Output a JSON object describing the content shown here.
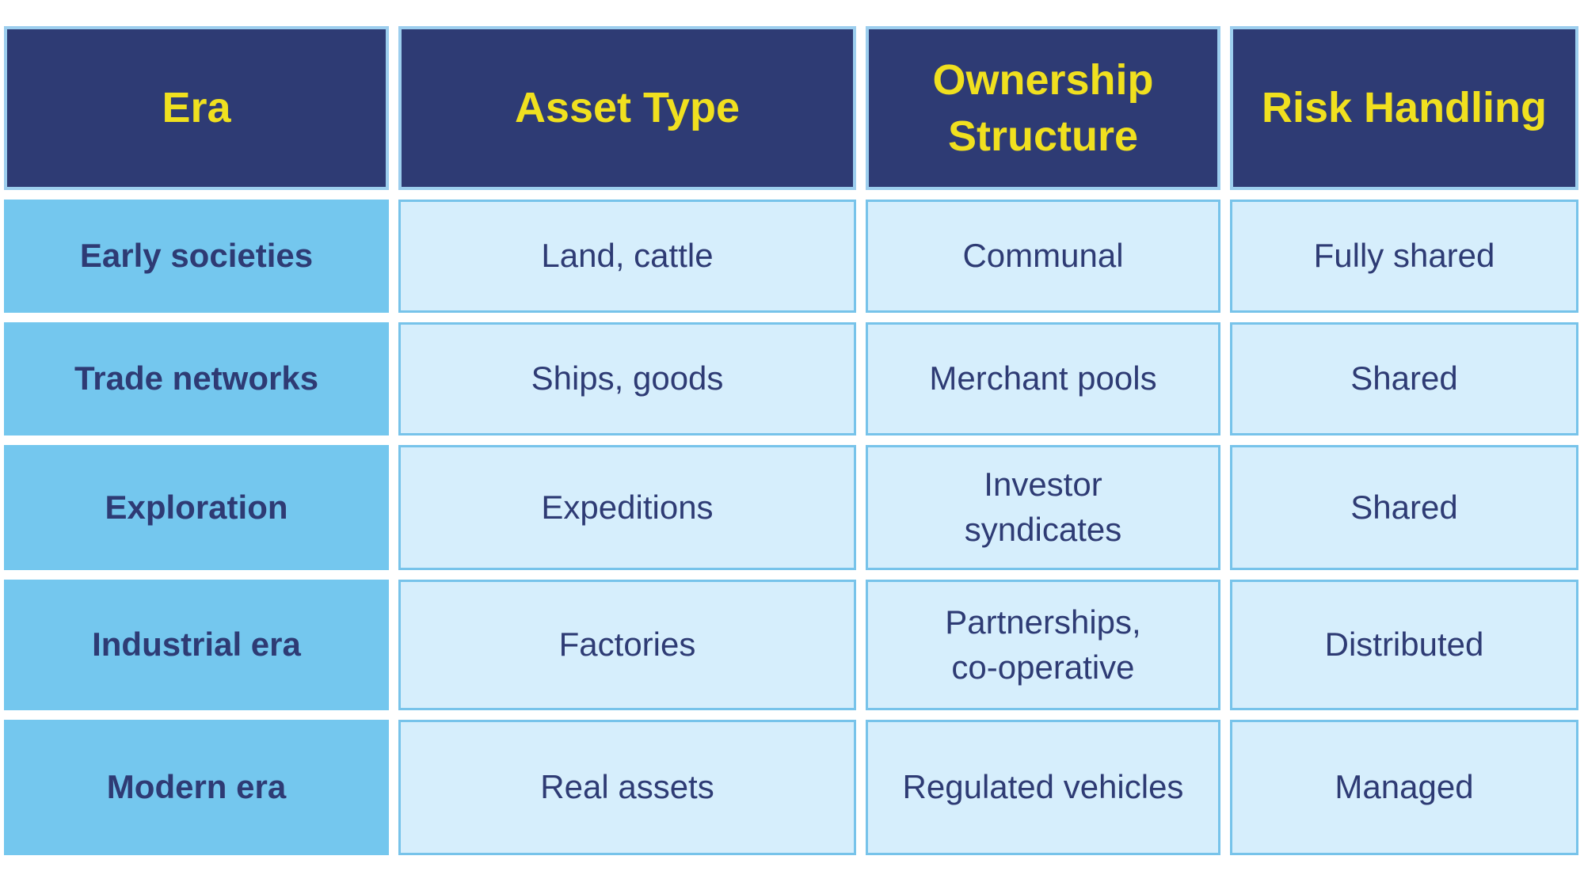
{
  "colors": {
    "page_bg": "#FFFFFF",
    "header_bg": "#2E3B74",
    "header_text": "#F0E01F",
    "header_border": "#9CCEEE",
    "row_label_bg": "#74C7EE",
    "cell_bg": "#D6EEFC",
    "cell_border": "#77C3EA",
    "body_text": "#2E3B74"
  },
  "table": {
    "headers": [
      "Era",
      "Asset Type",
      "Ownership\nStructure",
      "Risk Handling"
    ],
    "rows": [
      [
        "Early societies",
        "Land, cattle",
        "Communal",
        "Fully shared"
      ],
      [
        "Trade networks",
        "Ships, goods",
        "Merchant pools",
        "Shared"
      ],
      [
        "Exploration",
        "Expeditions",
        "Investor\nsyndicates",
        "Shared"
      ],
      [
        "Industrial era",
        "Factories",
        "Partnerships,\nco-operative",
        "Distributed"
      ],
      [
        "Modern era",
        "Real assets",
        "Regulated vehicles",
        "Managed"
      ]
    ]
  },
  "chart_data": {
    "type": "table",
    "columns": [
      "Era",
      "Asset Type",
      "Ownership Structure",
      "Risk Handling"
    ],
    "rows": [
      [
        "Early societies",
        "Land, cattle",
        "Communal",
        "Fully shared"
      ],
      [
        "Trade networks",
        "Ships, goods",
        "Merchant pools",
        "Shared"
      ],
      [
        "Exploration",
        "Expeditions",
        "Investor syndicates",
        "Shared"
      ],
      [
        "Industrial era",
        "Factories",
        "Partnerships, co-operative",
        "Distributed"
      ],
      [
        "Modern era",
        "Real assets",
        "Regulated vehicles",
        "Managed"
      ]
    ],
    "title": "",
    "legend": false,
    "grid": false
  }
}
